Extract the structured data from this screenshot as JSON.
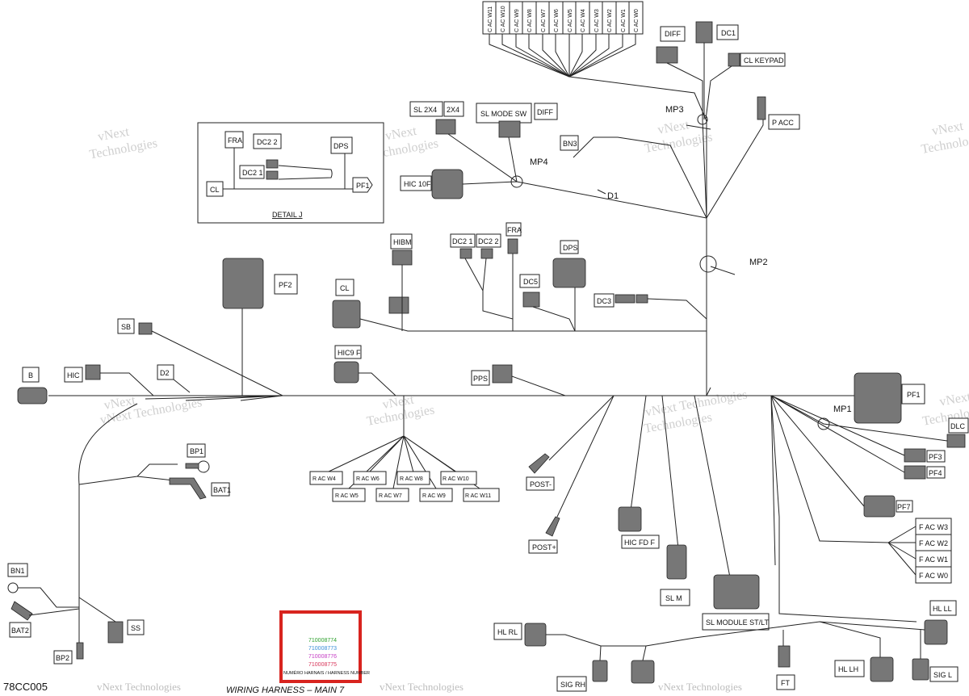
{
  "watermark": "vNext Technologies",
  "watermark_words": [
    "vNext",
    "Technologies"
  ],
  "drawing_code": "78CC005",
  "footer_title": "WIRING HARNESS – MAIN 7",
  "detail": {
    "title": "DETAIL J",
    "labels": [
      "FRA",
      "DC2 2",
      "DPS",
      "DC2 1",
      "CL",
      "PF1"
    ]
  },
  "top_bus": {
    "labels": [
      "C AC W11",
      "C AC W10",
      "C AC W9",
      "C AC W8",
      "C AC W7",
      "C AC W6",
      "C AC W5",
      "C AC W4",
      "C AC W3",
      "C AC W2",
      "C AC W1",
      "C AC W0"
    ]
  },
  "labels": {
    "diff": "DIFF",
    "dc1": "DC1",
    "cl_keypad": "CL KEYPAD",
    "mp3": "MP3",
    "p_acc": "P ACC",
    "sl_2x4": "SL 2X4",
    "two_x4": "2X4",
    "sl_mode_sw": "SL MODE SW",
    "diff2": "DIFF",
    "mp4": "MP4",
    "bn3": "BN3",
    "hic_10f": "HIC 10F",
    "d1": "D1",
    "mp2": "MP2",
    "pf2": "PF2",
    "hibm": "HIBM",
    "dc2_1": "DC2 1",
    "dc2_2": "DC2 2",
    "fra": "FRA",
    "dps": "DPS",
    "dc5": "DC5",
    "dc3": "DC3",
    "cl": "CL",
    "sb": "SB",
    "b": "B",
    "hic": "HIC",
    "d2": "D2",
    "hic9f": "HIC9 F",
    "pps": "PPS",
    "mp1": "MP1",
    "pf1": "PF1",
    "dlc": "DLC",
    "pf3": "PF3",
    "pf4": "PF4",
    "pf7": "PF7",
    "bp1": "BP1",
    "bat1": "BAT1",
    "bn1": "BN1",
    "bat2": "BAT2",
    "ss": "SS",
    "bp2": "BP2",
    "post_minus": "POST-",
    "post_plus": "POST+",
    "hic_fd_f": "HIC FD F",
    "sl_m": "SL M",
    "sl_module": "SL MODULE ST/LT",
    "hl_rl": "HL RL",
    "hl_ll": "HL LL",
    "hl_lh": "HL LH",
    "sig_rh": "SIG RH",
    "sig_l": "SIG L",
    "ft": "FT"
  },
  "r_ac_top": [
    "R AC W4",
    "R AC W6",
    "R AC W8",
    "R AC W10"
  ],
  "r_ac_bottom": [
    "R AC W5",
    "R AC W7",
    "R AC W9",
    "R AC W11"
  ],
  "f_ac": [
    "F AC W3",
    "F AC W2",
    "F AC W1",
    "F AC W0"
  ],
  "harness_box": {
    "numbers": [
      "710008774",
      "710008773",
      "710008776",
      "710008775"
    ],
    "caption": "NUMÉRO HARNAIS / HARNESS NUMBER",
    "border_color": "#d8241f",
    "number_colors": [
      "#2fa12f",
      "#3a8fd8",
      "#c43cc4",
      "#d8365a"
    ]
  }
}
